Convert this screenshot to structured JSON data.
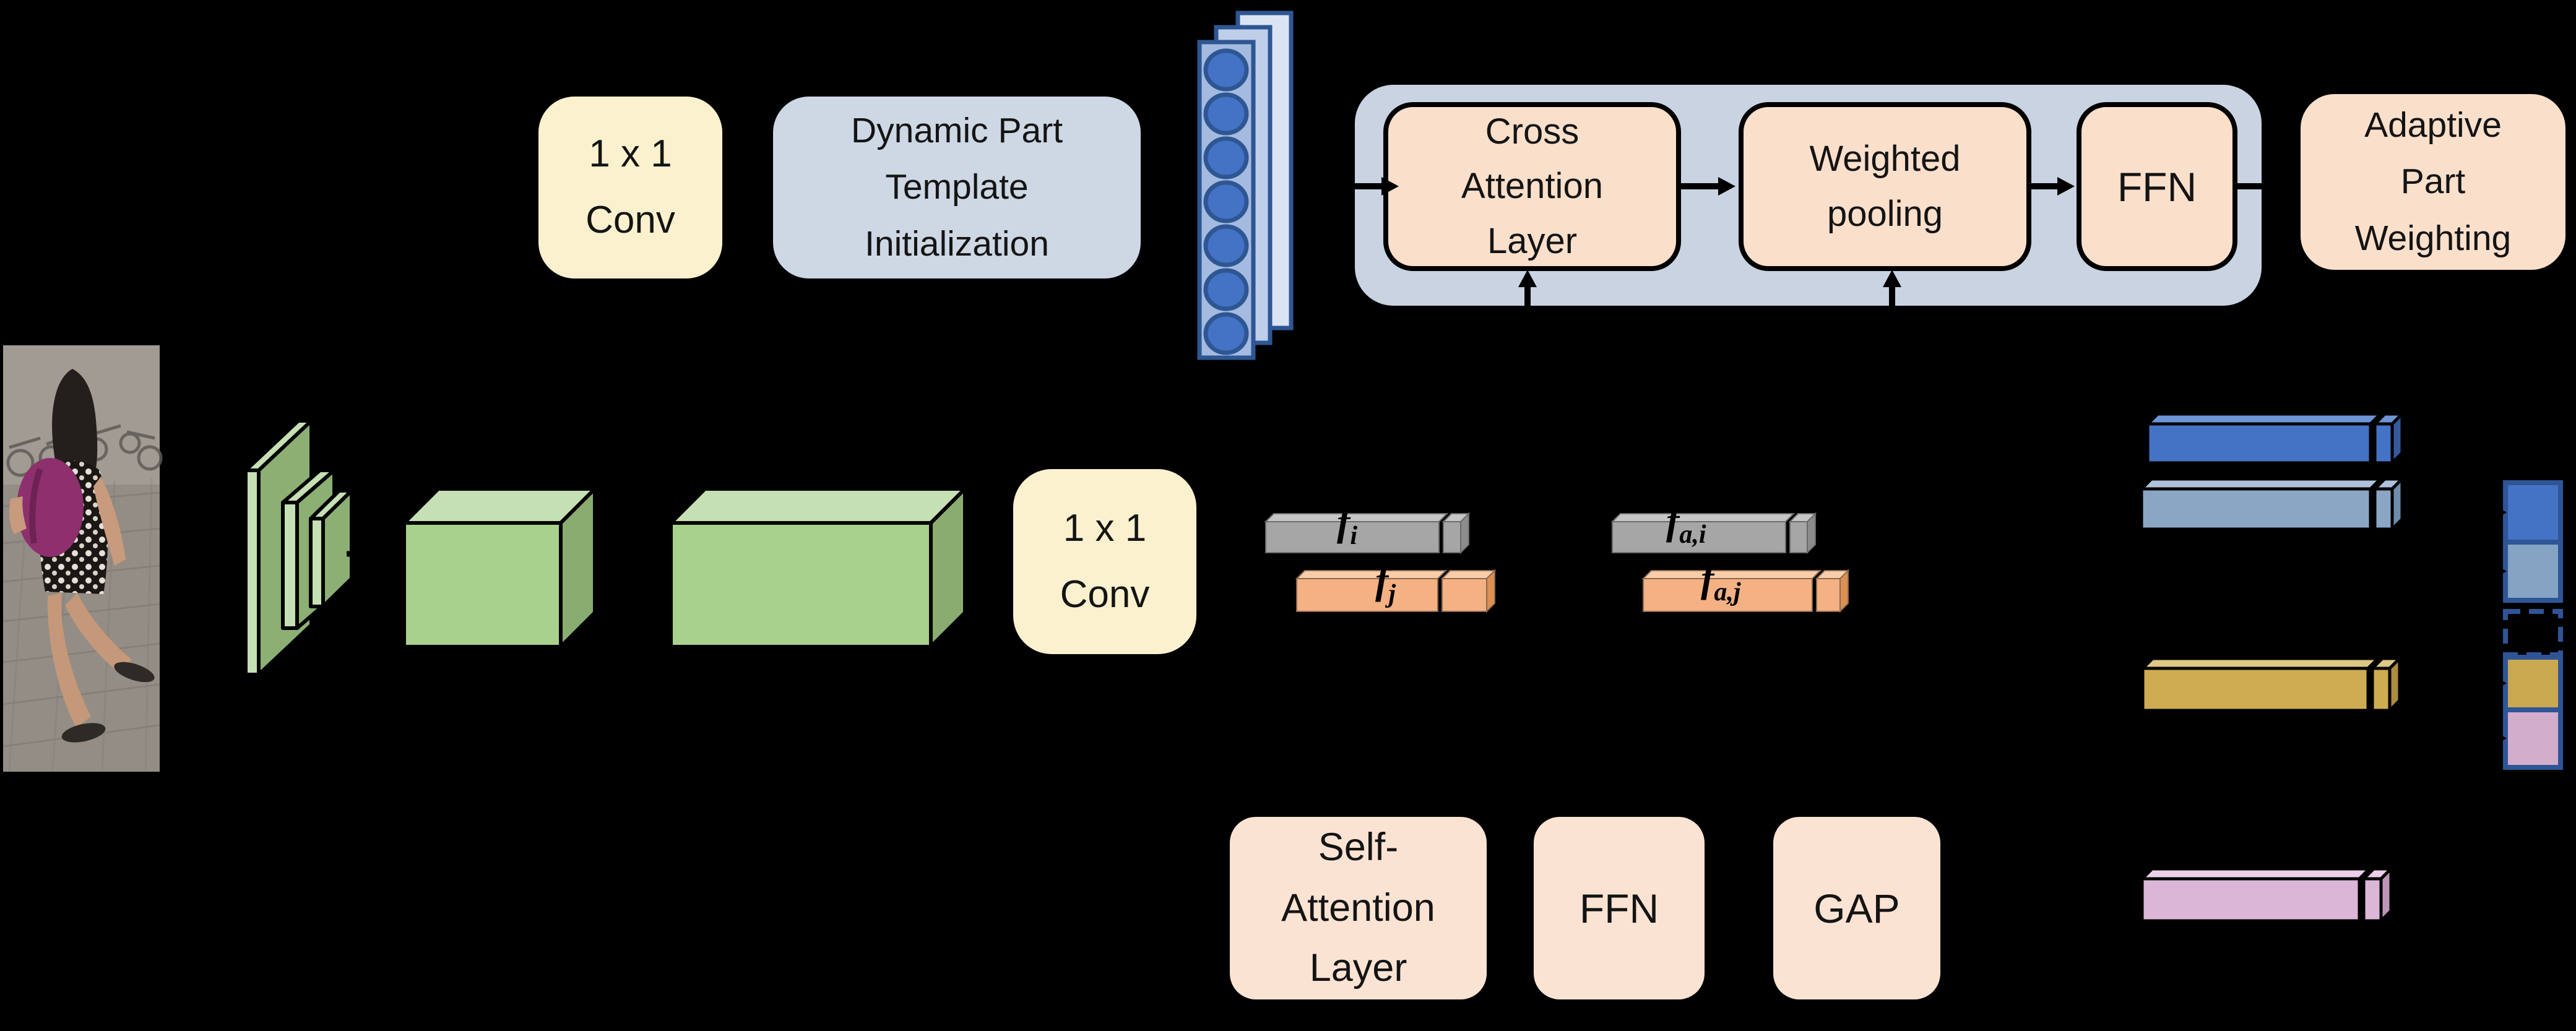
{
  "figure": {
    "type": "person-reid-transformer-architecture-diagram"
  },
  "colors": {
    "background": "#000000",
    "cream": "#FCF1CE",
    "slate_box": "#CED7E4",
    "container": "#C9D3E1",
    "peach": "#FADFCB",
    "peach_light": "#FBE3D3",
    "arrow": "#000000",
    "green_front": "#A9D18E",
    "green_top": "#C5E0B4",
    "green_side": "#89AC70",
    "green_face": "#8CAF74",
    "token_front": "#A4BADF",
    "token_mid": "#BFCFEA",
    "token_back": "#DBE4F3",
    "token_border": "#2E5693",
    "token_circle": "#4472C4",
    "gray_front": "#A6A6A6",
    "gray_top": "#C6C6C6",
    "gray_side": "#8C8C8C",
    "orange_front": "#F4B183",
    "orange_top": "#F9CDA9",
    "orange_side": "#DC9054",
    "royal_front": "#4472C4",
    "royal_top": "#6E94D8",
    "royal_side": "#35599B",
    "steel_front": "#8BA5C4",
    "steel_top": "#AEC2DC",
    "steel_side": "#6F8CAC",
    "gold_front": "#CFAB52",
    "gold_top": "#DFC887",
    "gold_side": "#AE8C3E",
    "pink_front": "#DBB6D6",
    "pink_top": "#EBD0E8",
    "pink_side": "#BD97B8",
    "square_blue": "#4472C4",
    "square_steel": "#85A3C2",
    "square_gold": "#C9A84F",
    "square_pink": "#D3AECC",
    "square_border": "#2F5597"
  },
  "top_row": {
    "conv1x1": {
      "line1": "1 x 1",
      "line2": "Conv"
    },
    "template_init": {
      "line1": "Dynamic Part",
      "line2": "Template",
      "line3": "Initialization"
    },
    "attention_block": {
      "cross_attention": {
        "line1": "Cross",
        "line2": "Attention",
        "line3": "Layer"
      },
      "weighted_pooling": {
        "line1": "Weighted",
        "line2": "pooling"
      },
      "ffn": {
        "label": "FFN"
      }
    },
    "adaptive_part_weighting": {
      "line1": "Adaptive",
      "line2": "Part",
      "line3": "Weighting"
    }
  },
  "middle_row": {
    "conv1x1": {
      "line1": "1 x 1",
      "line2": "Conv"
    },
    "features": {
      "f_i": {
        "base": "f",
        "sub": "i"
      },
      "f_j": {
        "base": "f",
        "sub": "j"
      },
      "f_ai": {
        "base": "f",
        "sub": "a,i"
      },
      "f_aj": {
        "base": "f",
        "sub": "a,j"
      }
    }
  },
  "bottom_row": {
    "self_attention": {
      "line1": "Self-",
      "line2": "Attention",
      "line3": "Layer"
    },
    "ffn": {
      "label": "FFN"
    },
    "gap": {
      "label": "GAP"
    }
  }
}
